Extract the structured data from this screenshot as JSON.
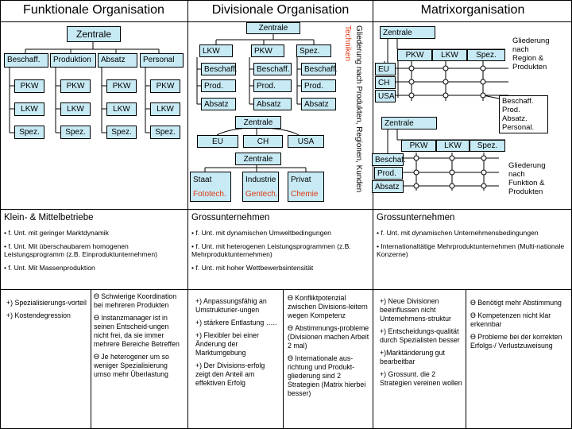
{
  "columns": {
    "functional": "Funktionale Organisation",
    "divisional": "Divisionale Organisation",
    "matrix": "Matrixorganisation"
  },
  "functional": {
    "root": "Zentrale",
    "functions": [
      "Beschaff.",
      "Produktion",
      "Absatz",
      "Personal"
    ],
    "sub": [
      "PKW",
      "LKW",
      "Spez."
    ]
  },
  "divisional": {
    "chart1": {
      "root": "Zentrale",
      "divisions": [
        "LKW",
        "PKW",
        "Spez."
      ],
      "functions": [
        "Beschaff.",
        "Prod.",
        "Absatz"
      ]
    },
    "chart2": {
      "root": "Zentrale",
      "regions": [
        "EU",
        "CH",
        "USA"
      ]
    },
    "chart3": {
      "root": "Zentrale",
      "segments": [
        {
          "label": "Staat",
          "sub": "Fototech."
        },
        {
          "label": "Industrie",
          "sub": "Gentech."
        },
        {
          "label": "Privat",
          "sub": "Chemie"
        }
      ]
    },
    "side_note": "Gliederung nach Produkten, Regionen, Kunden",
    "side_note_red": "Techniken"
  },
  "matrix": {
    "chart1": {
      "root": "Zentrale",
      "products": [
        "PKW",
        "LKW",
        "Spez."
      ],
      "regions": [
        "EU",
        "CH",
        "USA"
      ],
      "note": [
        "Gliederung",
        "nach",
        "Region &",
        "Produkten"
      ],
      "callout": [
        "Beschaff.",
        "Prod.",
        "Absatz.",
        "Personal."
      ]
    },
    "chart2": {
      "root": "Zentrale",
      "products": [
        "PKW",
        "LKW",
        "Spez."
      ],
      "functions": [
        "Beschaf.",
        "Prod.",
        "Absatz"
      ],
      "note": [
        "Gliederung",
        "nach",
        "Funktion &",
        "Produkten"
      ]
    }
  },
  "suitability": {
    "functional": {
      "title": "Klein- & Mittelbetriebe",
      "points": [
        "f. Unt. mit geringer Marktdynamik",
        "f. Unt. Mit überschaubarem homogenen Leistungsprogramm (z.B. Einproduktunternehmen)",
        "f. Unt. Mit Massenproduktion"
      ]
    },
    "divisional": {
      "title": "Grossunternehmen",
      "points": [
        "f. Unt. mit dynamischen Umweltbedingungen",
        "f. Unt. mit heterogenen Leistungsprogrammen (z.B. Mehrproduktunternehmen)",
        "f. Unt. mit hoher Wettbewerbsintensität"
      ]
    },
    "matrix": {
      "title": "Grossunternehmen",
      "points": [
        "f. Unt. mit dynamischen Unternehmensbedingungen",
        "Internationaltätige Mehrproduktunternehmen (Multi-nationale Konzerne)"
      ]
    }
  },
  "evaluation": {
    "functional": {
      "pros": [
        "+) Spezialisierungs-vorteil",
        "+) Kostendegression"
      ],
      "cons": [
        "ϴ Schwierige Koordination bei mehreren Produkten",
        "ϴ Instanzmanager ist in seinen Entscheid-ungen nicht frei, da sie immer mehrere Bereiche Betreffen",
        "ϴ Je heterogener um so weniger Spezialisierung umso mehr Überlastung"
      ]
    },
    "divisional": {
      "pros": [
        "+) Anpassungsfähig an Umstrukturier-ungen",
        "+) stärkere Entlastung …..",
        "+) Flexibler bei einer Änderung der Marktumgebung",
        "+) Der Divisions-erfolg zeigt den Anteil am effektiven Erfolg"
      ],
      "cons": [
        "ϴ Konfliktpotenzial zwischen Divisions-leitern wegen Kompetenz",
        "ϴ Abstimmungs-probleme (Divisionen machen Arbeit 2 mal)",
        "ϴ Internationale aus-richtung und Produkt-gliederung sind 2 Strategien (Matrix hierbei besser)"
      ]
    },
    "matrix": {
      "pros": [
        "+) Neue Divisionen beeinflussen nicht Unternehmens-struktur",
        "+) Entscheidungs-qualität durch Spezialisten besser",
        "+)Marktänderung gut bearbeitbar",
        "+) Grossunt. die 2 Strategien vereinen wollen"
      ],
      "cons": [
        "ϴ Benötigt mehr Abstimmung",
        "ϴ Kompetenzen nicht klar erkennbar",
        "ϴ Probleme bei der korrekten Erfolgs-/ Verlustzuweisung"
      ]
    }
  }
}
